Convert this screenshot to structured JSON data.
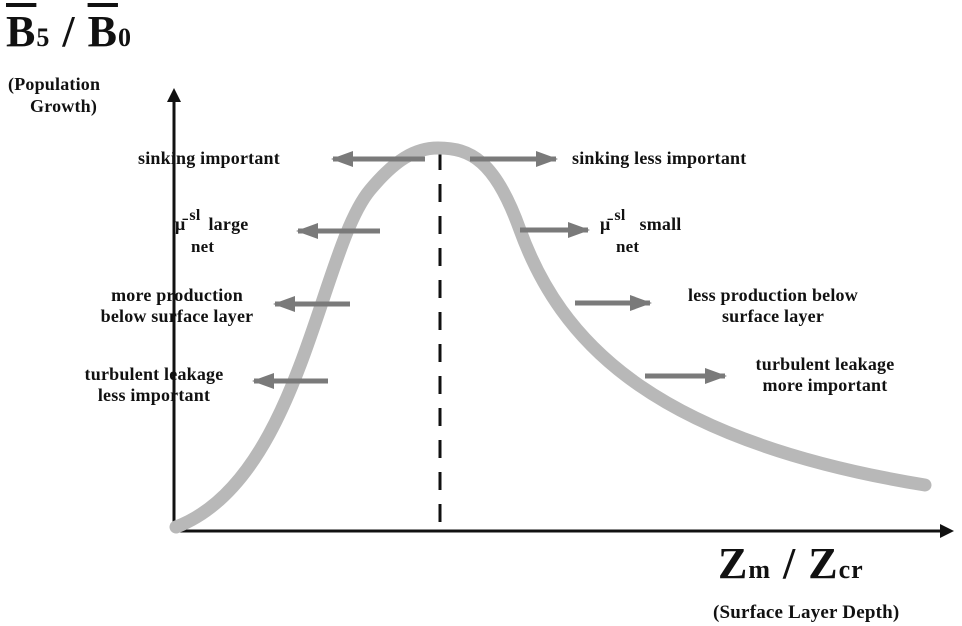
{
  "y_axis": {
    "symbol_main_1": "B",
    "symbol_sub_1": "5",
    "symbol_sep": " / ",
    "symbol_main_2": "B",
    "symbol_sub_2": "0",
    "label_line1": "(Population",
    "label_line2": "Growth)"
  },
  "x_axis": {
    "symbol_main_1": "Z",
    "symbol_sub_1": "m",
    "symbol_sep": " / ",
    "symbol_main_2": "Z",
    "symbol_sub_2": "cr",
    "label": "(Surface Layer Depth)"
  },
  "left_annotations": {
    "sinking": "sinking important",
    "mu_symbol": "μ̄",
    "mu_sup": "sl",
    "mu_sub": "net",
    "mu_word": "large",
    "production_line1": "more production",
    "production_line2": "below surface layer",
    "leakage_line1": "turbulent leakage",
    "leakage_line2": "less important"
  },
  "right_annotations": {
    "sinking": "sinking less important",
    "mu_symbol": "μ̄",
    "mu_sup": "sl",
    "mu_sub": "net",
    "mu_word": "small",
    "production_line1": "less production below",
    "production_line2": "surface layer",
    "leakage_line1": "turbulent leakage",
    "leakage_line2": "more important"
  },
  "colors": {
    "curve": "#b8b8b8",
    "arrow": "#7a7a7a",
    "axis": "#111111"
  }
}
